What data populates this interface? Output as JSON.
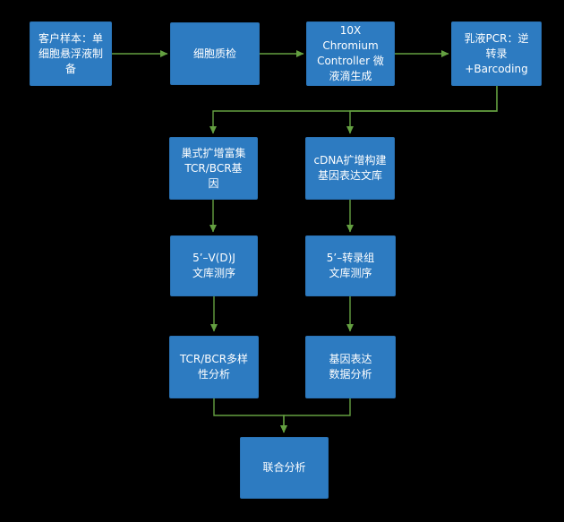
{
  "colors": {
    "background": "#000000",
    "node_fill": "#2D7BC1",
    "node_border": "#2A72B4",
    "node_text": "#FFFFFF",
    "edge": "#64A041"
  },
  "flowchart": {
    "nodes": [
      {
        "id": "sample-prep",
        "label": "客户样本：单\n细胞悬浮液制\n备"
      },
      {
        "id": "cell-qc",
        "label": "细胞质检"
      },
      {
        "id": "chromium-controller",
        "label": "10X\nChromium\nController 微\n液滴生成"
      },
      {
        "id": "emulsion-pcr",
        "label": "乳液PCR：逆\n转录\n+Barcoding"
      },
      {
        "id": "nested-amplification",
        "label": "巢式扩增富集\nTCR/BCR基\n因"
      },
      {
        "id": "cdna-library",
        "label": "cDNA扩增构建\n基因表达文库"
      },
      {
        "id": "vdj-sequencing",
        "label": "5’–V(D)J\n文库测序"
      },
      {
        "id": "transcriptome-sequencing",
        "label": "5’–转录组\n文库测序"
      },
      {
        "id": "tcr-bcr-diversity",
        "label": "TCR/BCR多样\n性分析"
      },
      {
        "id": "gene-expression",
        "label": "基因表达\n数据分析"
      },
      {
        "id": "joint-analysis",
        "label": "联合分析"
      }
    ]
  }
}
